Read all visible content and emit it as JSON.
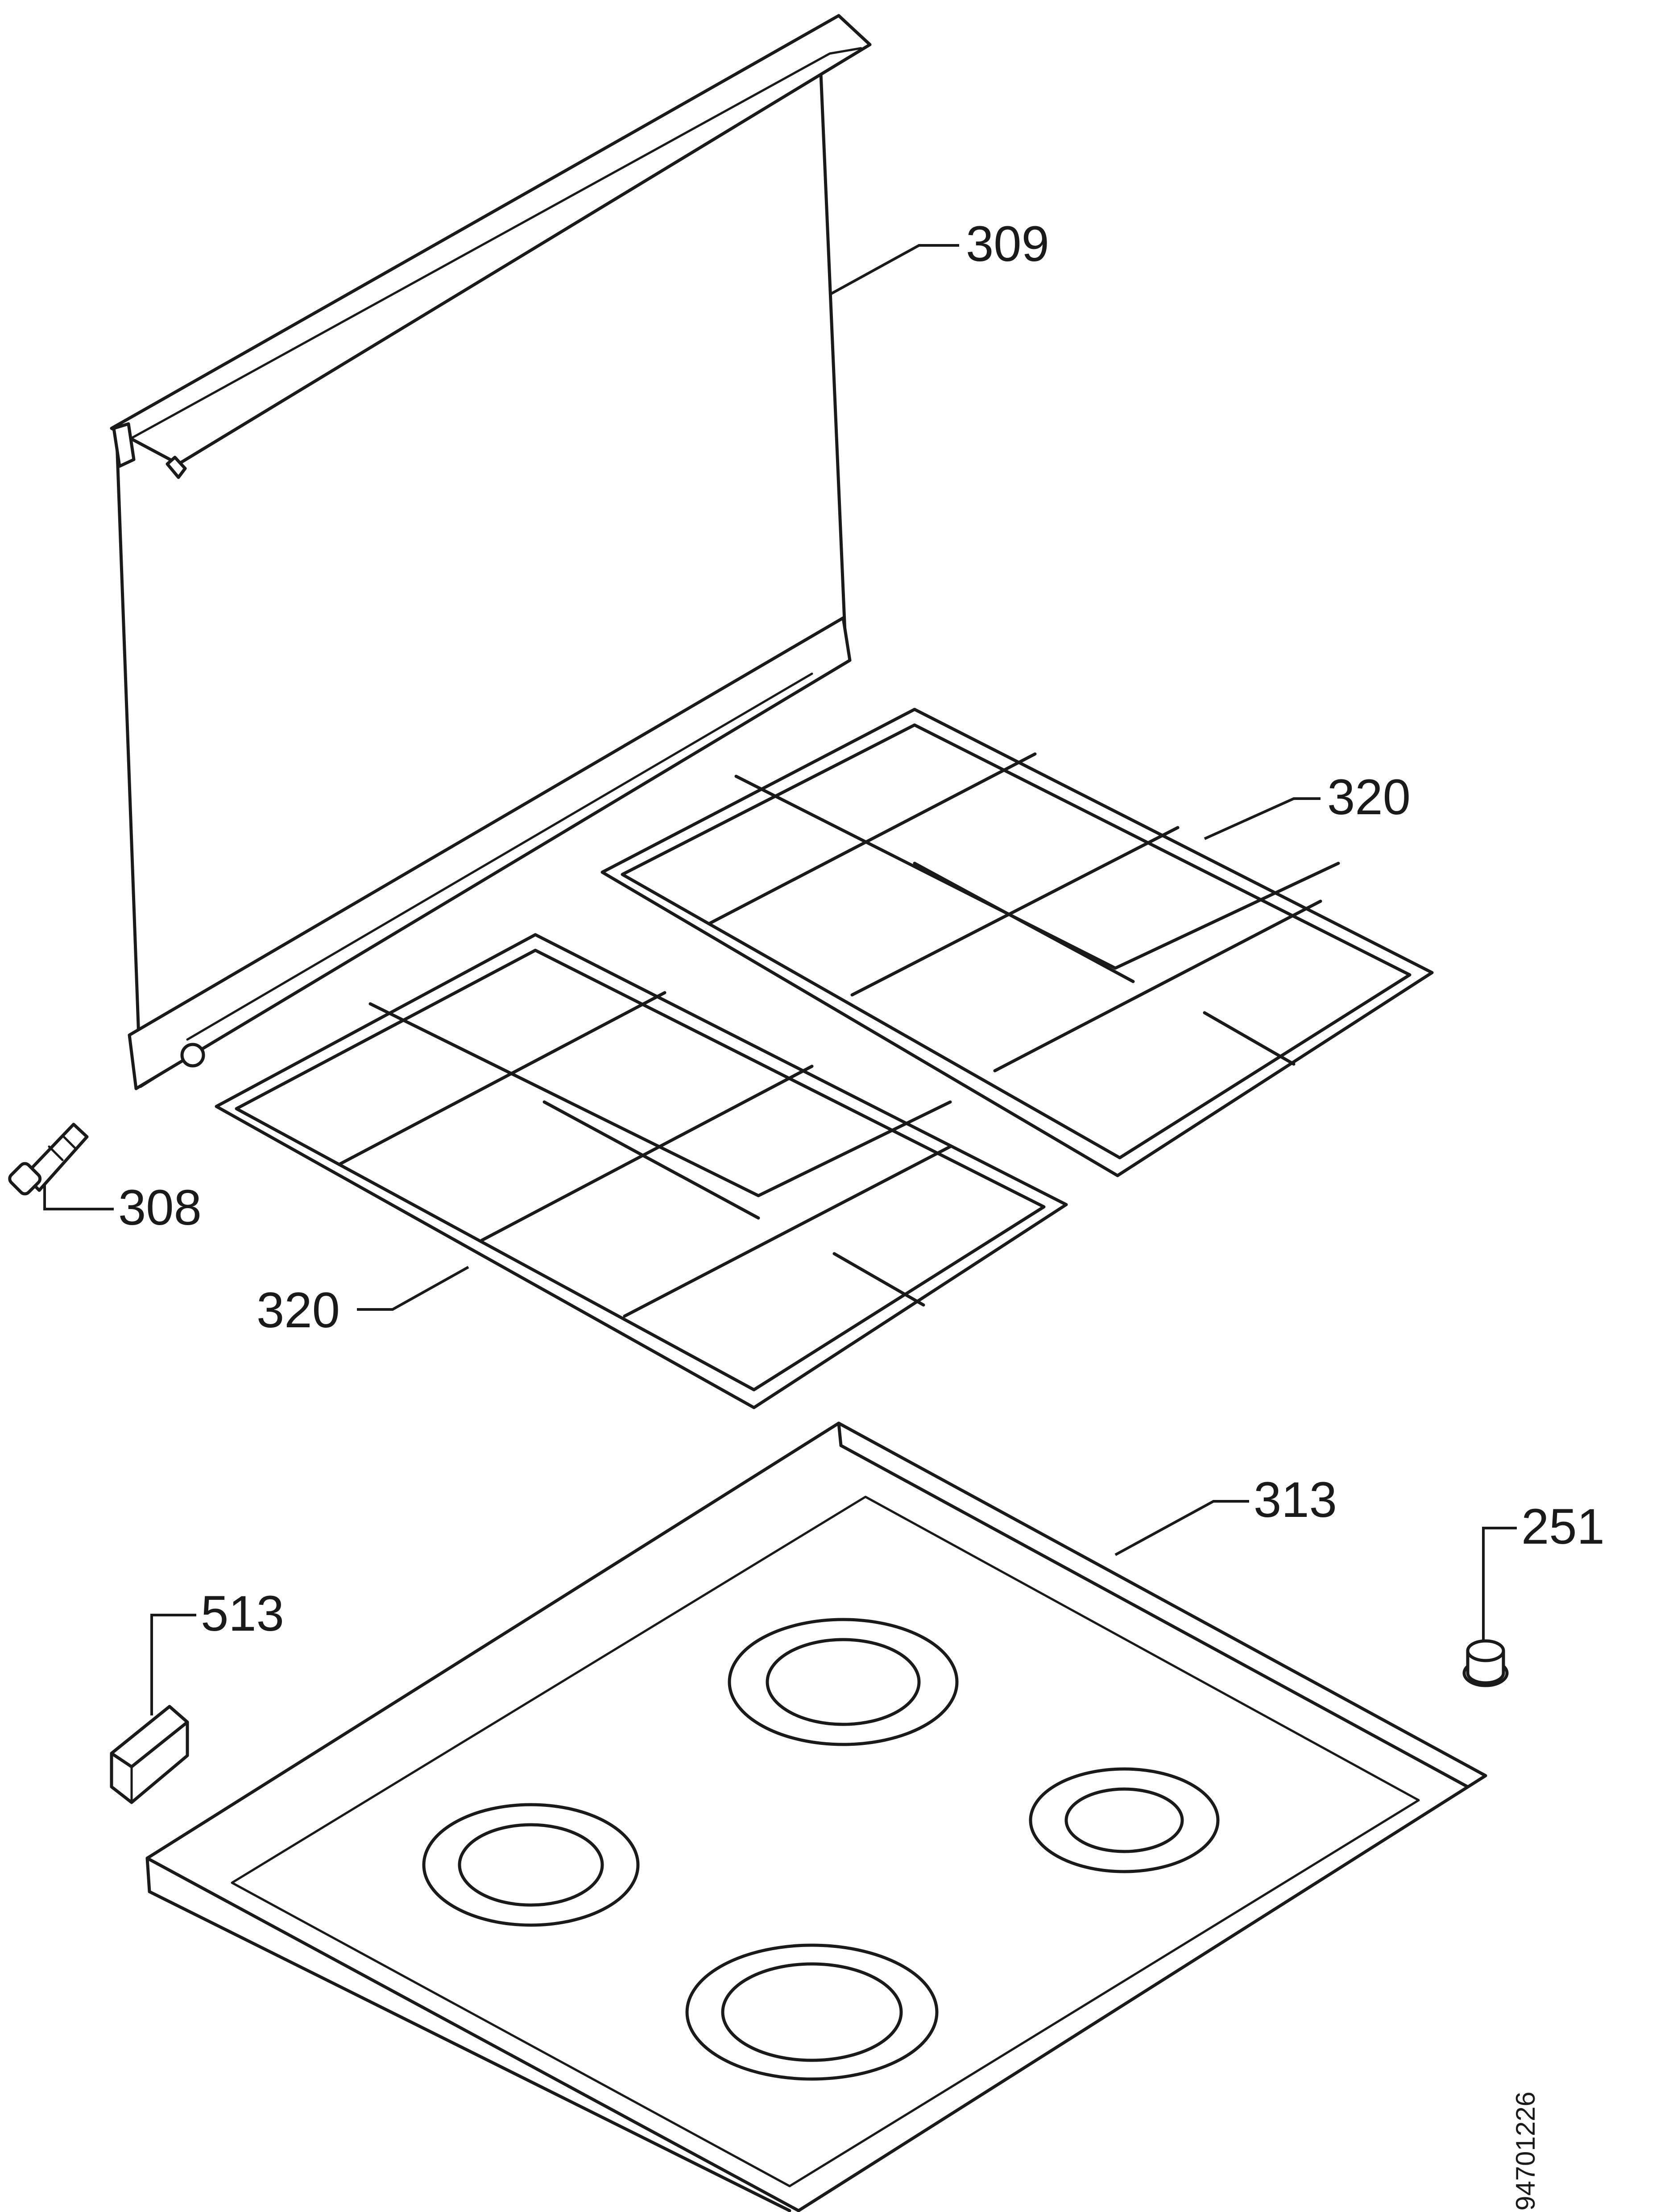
{
  "labels": {
    "p309": "309",
    "p320_top": "320",
    "p320_bottom": "320",
    "p308": "308",
    "p313": "313",
    "p251": "251",
    "p513": "513"
  },
  "document_id": "94701226"
}
